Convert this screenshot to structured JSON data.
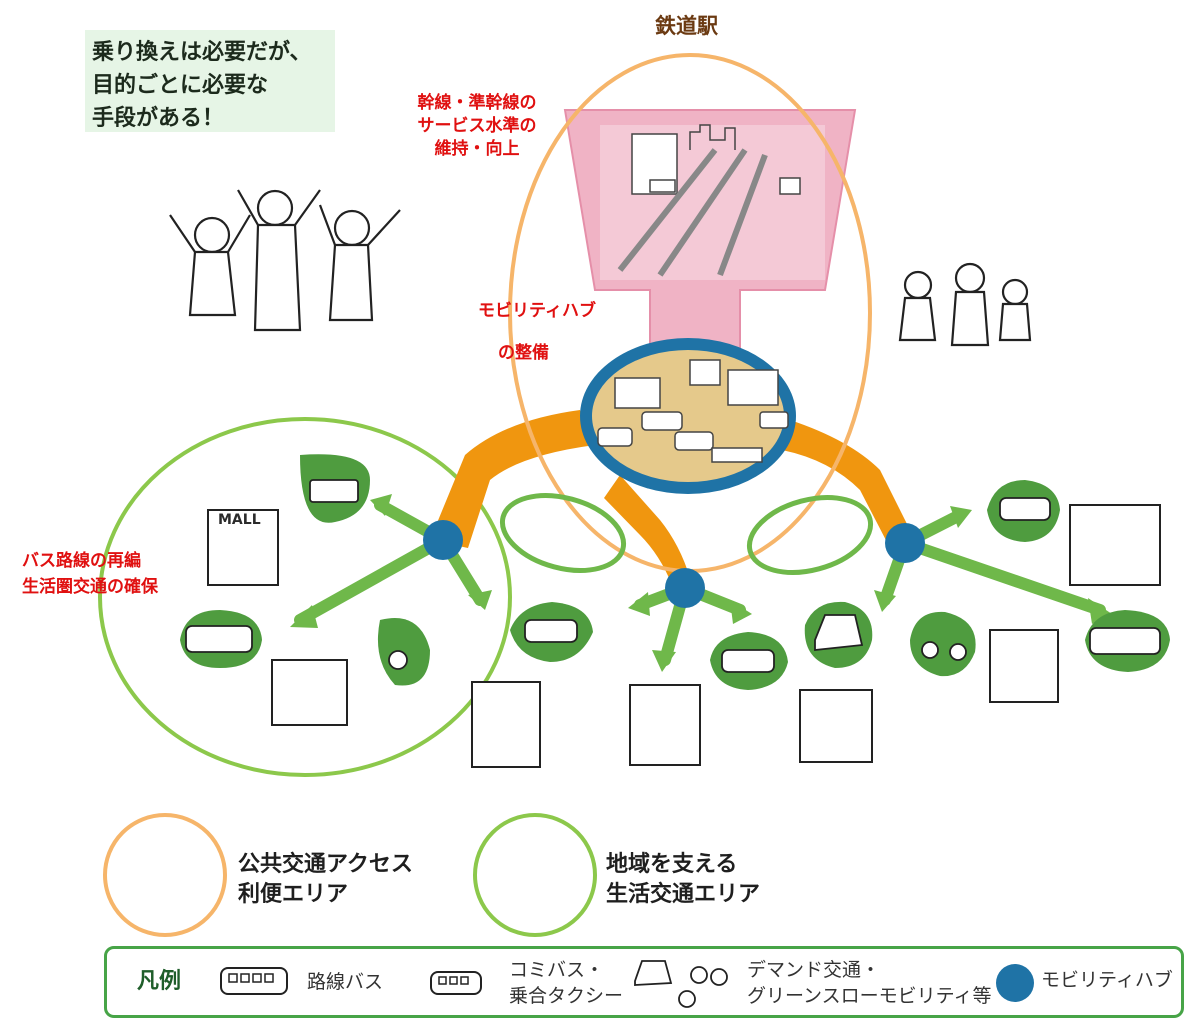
{
  "speech_bubble": "乗り換えは必要だが、\n目的ごとに必要な\n手段がある！",
  "station": {
    "title": "鉄道駅",
    "trunk_text": "幹線・準幹線の\nサービス水準の\n維持・向上",
    "hub_text_1": "モビリティハブ",
    "hub_text_2": "の整備"
  },
  "bus_text": "バス路線の再編\n生活圏交通の確保",
  "mall_sign": "MALL",
  "areas": {
    "public_access": "公共交通アクセス\n利便エリア",
    "daily_life": "地域を支える\n生活交通エリア"
  },
  "legend": {
    "title": "凡例",
    "route_bus": "路線バス",
    "community_bus": "コミバス・\n乗合タクシー",
    "demand": "デマンド交通・\nグリーンスローモビリティ等",
    "hub": "モビリティハブ"
  },
  "colors": {
    "orange_area": "#f6b56a",
    "green_area": "#8cc84b",
    "leaf_green": "#4f9c3f",
    "arrow_orange": "#f0960f",
    "hub_blue": "#1f73a6",
    "station_pink": "#f0b3c5",
    "accent_red": "#e01010"
  }
}
